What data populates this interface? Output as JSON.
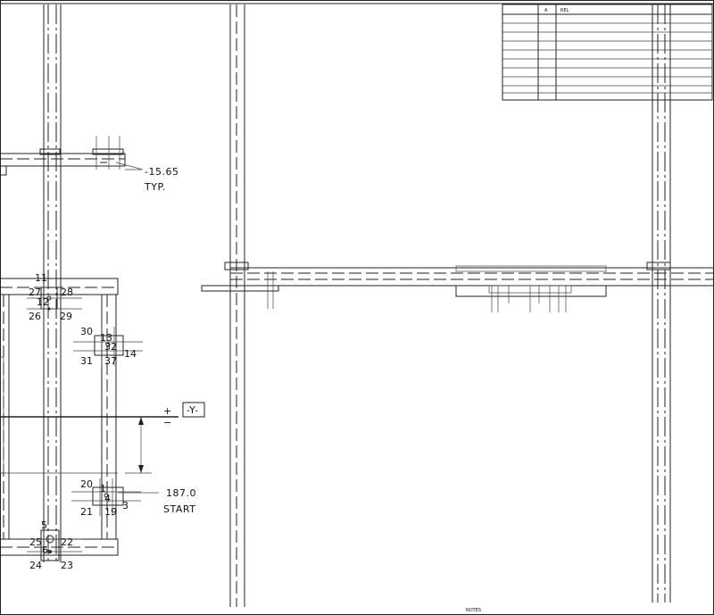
{
  "revision_table": {
    "headers": [
      "",
      "A",
      "REL"
    ],
    "row_count": 10
  },
  "dimensions": {
    "offset_value": "-15.65",
    "offset_note": "TYP.",
    "start_value": "187.0",
    "start_note": "START",
    "axis_label": "-Y-",
    "axis_plus": "+",
    "axis_minus": "−"
  },
  "point_labels": {
    "top_block": [
      "11",
      "27",
      "28",
      "12",
      "26",
      "29"
    ],
    "upper_right_block": [
      "30",
      "13",
      "32",
      "31",
      "37",
      "14"
    ],
    "lower_right_block": [
      "20",
      "1",
      "4",
      "3",
      "21",
      "19"
    ],
    "bottom_block": [
      "5",
      "25",
      "22",
      "6",
      "24",
      "23"
    ]
  },
  "footer": {
    "notes_label": "NOTES"
  },
  "colors": {
    "line": "#222222",
    "background": "#ffffff"
  }
}
